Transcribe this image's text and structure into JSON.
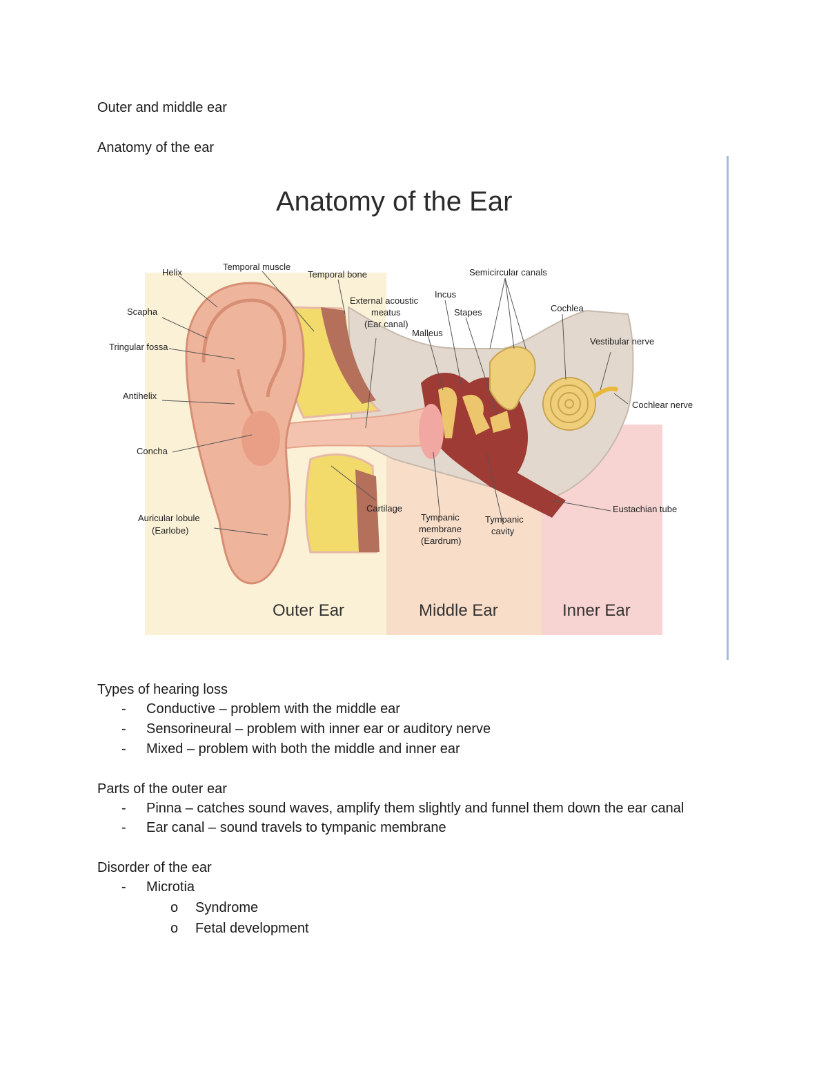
{
  "heading": "Outer and middle ear",
  "subheading": "Anatomy of the ear",
  "figure": {
    "title": "Anatomy of the Ear",
    "labels": {
      "helix": "Helix",
      "temporal_muscle": "Temporal muscle",
      "temporal_bone": "Temporal bone",
      "ext_meatus_1": "External acoustic",
      "ext_meatus_2": "meatus",
      "ext_meatus_3": "(Ear canal)",
      "incus": "Incus",
      "semicircular": "Semicircular canals",
      "stapes": "Stapes",
      "cochlea": "Cochlea",
      "malleus": "Malleus",
      "vestibular": "Vestibular nerve",
      "scapha": "Scapha",
      "triangular": "Tringular fossa",
      "antihelix": "Antihelix",
      "cochlear_nerve": "Cochlear nerve",
      "concha": "Concha",
      "cartilage": "Cartilage",
      "tympanic_mem_1": "Tympanic",
      "tympanic_mem_2": "membrane",
      "tympanic_mem_3": "(Eardrum)",
      "tympanic_cav_1": "Tympanic",
      "tympanic_cav_2": "cavity",
      "eustachian": "Eustachian tube",
      "lobule_1": "Auricular lobule",
      "lobule_2": "(Earlobe)"
    },
    "regions": {
      "outer": "Outer Ear",
      "middle": "Middle Ear",
      "inner": "Inner Ear"
    },
    "colors": {
      "outer_bg": "#fbeecb",
      "middle_bg": "#f7d9c6",
      "inner_bg": "#f6cfcf",
      "skin": "#f1b9a0",
      "bone": "#ddd3c8",
      "fat": "#f3dc63",
      "canal": "#a4403a"
    }
  },
  "hearing_loss": {
    "title": "Types of hearing loss",
    "items": [
      "Conductive – problem with the middle ear",
      "Sensorineural – problem with inner ear or auditory nerve",
      "Mixed – problem with both the middle and inner ear"
    ]
  },
  "outer_ear": {
    "title": "Parts of the outer ear",
    "items": [
      "Pinna – catches sound waves, amplify them slightly and funnel them down the ear canal",
      "Ear canal – sound travels to tympanic membrane"
    ]
  },
  "disorder": {
    "title": "Disorder of the ear",
    "item": "Microtia",
    "subitems": [
      "Syndrome",
      "Fetal development"
    ]
  },
  "markers": {
    "dash": "-",
    "sub": "o"
  }
}
